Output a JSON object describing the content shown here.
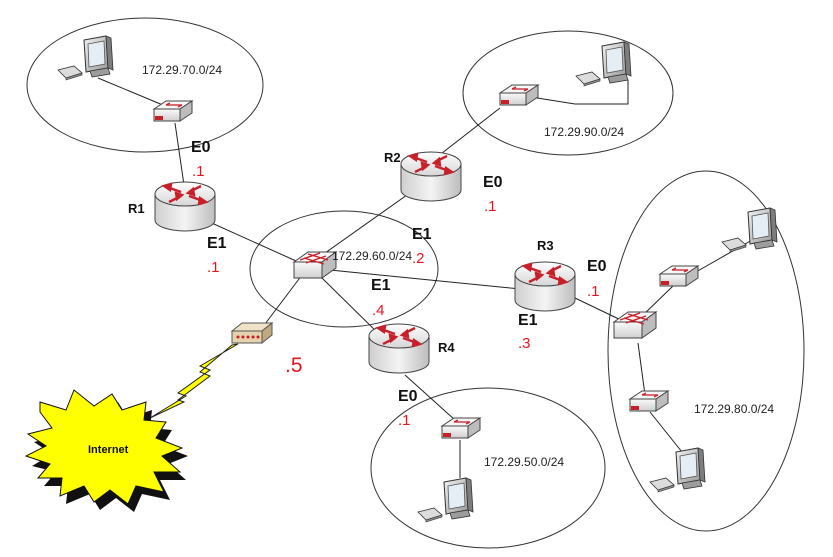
{
  "networks": {
    "lan70": "172.29.70.0/24",
    "lan90": "172.29.90.0/24",
    "lan60": "172.29.60.0/24",
    "lan80": "172.29.80.0/24",
    "lan50": "172.29.50.0/24"
  },
  "routers": {
    "r1": {
      "name": "R1",
      "e0": "E0",
      "e0_host": ".1",
      "e1": "E1",
      "e1_host": ".1"
    },
    "r2": {
      "name": "R2",
      "e0": "E0",
      "e0_host": ".1",
      "e1": "E1",
      "e1_host": ".2"
    },
    "r3": {
      "name": "R3",
      "e0": "E0",
      "e0_host": ".1",
      "e1": "E1",
      "e1_host": ".3"
    },
    "r4": {
      "name": "R4",
      "e0": "E0",
      "e0_host": ".1",
      "e1": "E1",
      "e1_host": ".4"
    }
  },
  "modem_host": ".5",
  "internet_label": "Internet",
  "colors": {
    "accent_red": "#e8141b",
    "router_red": "#c8202a",
    "internet_fill": "#ffff00"
  }
}
